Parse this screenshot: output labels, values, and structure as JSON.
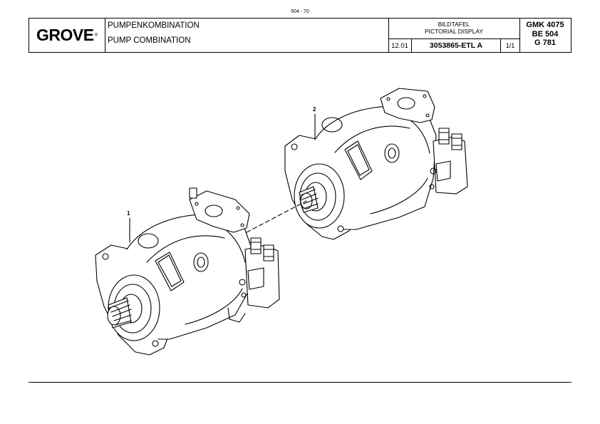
{
  "page_number": "504 - 70",
  "header": {
    "logo": "GROVE",
    "title_de": "PUMPENKOMBINATION",
    "title_en": "PUMP COMBINATION",
    "plate_label_de": "BILDTAFEL",
    "plate_label_en": "PICTORIAL DISPLAY",
    "date": "12.01",
    "drawing_number": "3053865-ETL A",
    "sheet": "1/1",
    "model_lines": [
      "GMK  4075",
      "BE  504",
      "G  781"
    ]
  },
  "drawing": {
    "callouts": [
      {
        "label": "1"
      },
      {
        "label": "2"
      }
    ]
  }
}
